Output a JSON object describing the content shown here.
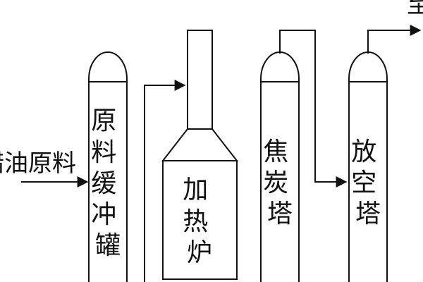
{
  "feed_label": "蜡油原料",
  "units": [
    {
      "id": "buffer-tank",
      "label": "原料缓冲罐"
    },
    {
      "id": "heating-furnace",
      "label": "加热炉"
    },
    {
      "id": "coke-tower",
      "label": "焦炭塔"
    },
    {
      "id": "blowdown-tower",
      "label": "放空塔"
    }
  ],
  "outlet_partial_label": "至"
}
